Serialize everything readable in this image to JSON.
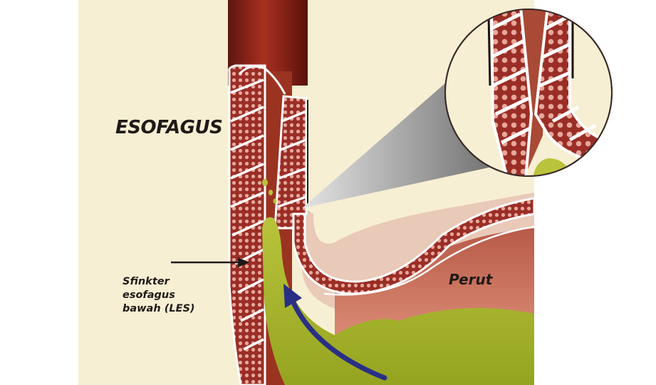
{
  "labels": {
    "esophagus": "ESOFAGUS",
    "stomach": "Perut",
    "sphincter": "Sfinkter\nesofagus\nbawah (LES)"
  },
  "colors": {
    "background": "#f7efd3",
    "esophagus_lumen": "#8e2318",
    "muscle_wall": "#9a2e26",
    "muscle_cells": "#e7a79c",
    "stomach_interior": "#c8725f",
    "acid": "#a4b52a",
    "reflux_arrow": "#2a2f86",
    "callout_cone": "#8a8a8a"
  },
  "icons": {
    "pointer": "arrow-right-icon",
    "reflux": "curved-arrow-up-icon"
  }
}
